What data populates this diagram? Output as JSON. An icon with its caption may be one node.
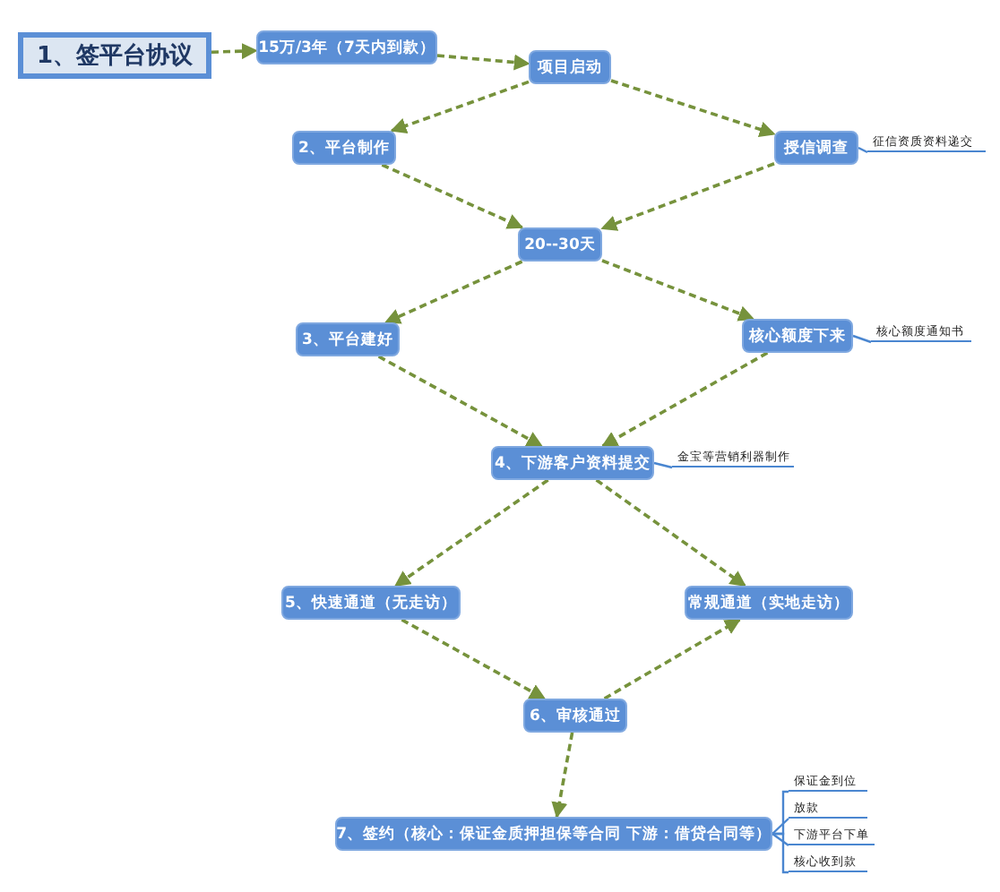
{
  "diagram": {
    "nodes": [
      {
        "text": [
          "1、签平台协议"
        ]
      },
      {
        "text": [
          "15万/3年（7天内到款）"
        ]
      },
      {
        "text": [
          "项目启动"
        ]
      },
      {
        "text": [
          "2、平台制作"
        ]
      },
      {
        "text": [
          "授信调查"
        ]
      },
      {
        "text": [
          "征信资质资料递交"
        ]
      },
      {
        "text": [
          "20--30天"
        ]
      },
      {
        "text": [
          "3、平台建好"
        ]
      },
      {
        "text": [
          "核心额度下来"
        ]
      },
      {
        "text": [
          "核心额度通知书"
        ]
      },
      {
        "text": [
          "4、下游客户资料提交"
        ]
      },
      {
        "text": [
          "金宝等营销利器制作"
        ]
      },
      {
        "text": [
          "5、快速通道（无走访）"
        ]
      },
      {
        "text": [
          "常规通道（实地走访）"
        ]
      },
      {
        "text": [
          "6、审核通过"
        ]
      },
      {
        "text": [
          "7、签约（核心：保证金质押担保等合同  下游：借贷合同等）"
        ]
      },
      {
        "text": [
          "保证金到位"
        ]
      },
      {
        "text": [
          "放款"
        ]
      },
      {
        "text": [
          "下游平台下单"
        ]
      },
      {
        "text": [
          "核心收到款"
        ]
      }
    ],
    "edges": [
      {
        "from": 0,
        "to": 1,
        "arrow": "to",
        "style": "dashed"
      },
      {
        "from": 1,
        "to": 2,
        "arrow": "to",
        "style": "dashed"
      },
      {
        "from": 2,
        "to": 3,
        "arrow": "to",
        "style": "dashed"
      },
      {
        "from": 2,
        "to": 4,
        "arrow": "to",
        "style": "dashed"
      },
      {
        "from": 3,
        "to": 6,
        "arrow": "to",
        "style": "dashed"
      },
      {
        "from": 4,
        "to": 6,
        "arrow": "to",
        "style": "dashed"
      },
      {
        "from": 6,
        "to": 7,
        "arrow": "to",
        "style": "dashed"
      },
      {
        "from": 6,
        "to": 8,
        "arrow": "to",
        "style": "dashed"
      },
      {
        "from": 7,
        "to": 10,
        "arrow": "to",
        "style": "dashed"
      },
      {
        "from": 8,
        "to": 10,
        "arrow": "to",
        "style": "dashed"
      },
      {
        "from": 10,
        "to": 12,
        "arrow": "to",
        "style": "dashed"
      },
      {
        "from": 10,
        "to": 13,
        "arrow": "to",
        "style": "dashed"
      },
      {
        "from": 12,
        "to": 14,
        "arrow": "to",
        "style": "dashed"
      },
      {
        "from": 14,
        "to": 13,
        "arrow": "to",
        "style": "dashed"
      },
      {
        "from": 14,
        "to": 15,
        "arrow": "to",
        "style": "dashed"
      },
      {
        "from": 4,
        "to": 5,
        "arrow": "none",
        "color": "#4a86d0"
      },
      {
        "from": 8,
        "to": 9,
        "arrow": "none",
        "color": "#4a86d0"
      },
      {
        "from": 10,
        "to": 11,
        "arrow": "none",
        "color": "#4a86d0"
      },
      {
        "from": 15,
        "to": 16,
        "arrow": "none",
        "color": "#4a86d0"
      },
      {
        "from": 15,
        "to": 17,
        "arrow": "none",
        "color": "#4a86d0"
      },
      {
        "from": 15,
        "to": 18,
        "arrow": "none",
        "color": "#4a86d0"
      },
      {
        "from": 15,
        "to": 19,
        "arrow": "none",
        "color": "#4a86d0"
      }
    ]
  }
}
